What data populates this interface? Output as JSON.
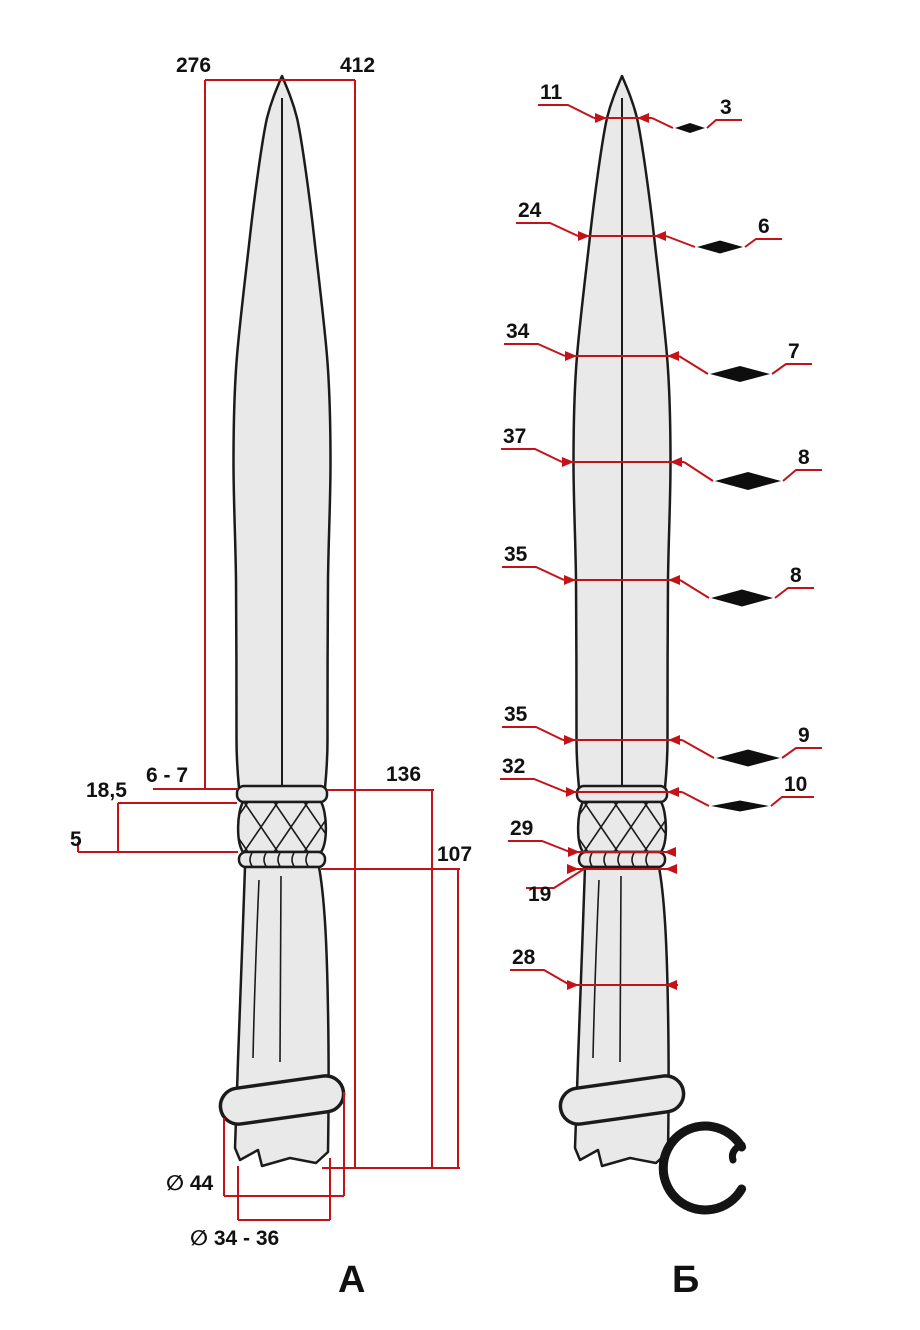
{
  "colors": {
    "dimension_red": "#c41318",
    "outline_black": "#1b1b1b",
    "metal_fill": "#e9e9e9",
    "section_fill": "#0e0e0e"
  },
  "view_a": {
    "label": "А",
    "dims": {
      "blade_length": "276",
      "total_length": "412",
      "neck_band_height": "6 - 7",
      "collar_height": "18,5",
      "lower_band_height": "5",
      "hilt_length": "136",
      "socket_length": "107",
      "ring_diameter": "∅ 44",
      "socket_diameter": "∅ 34 - 36"
    }
  },
  "view_b": {
    "label": "Б",
    "widths": [
      "11",
      "24",
      "34",
      "37",
      "35",
      "35",
      "32",
      "29",
      "19",
      "28"
    ],
    "sections": [
      "3",
      "6",
      "7",
      "8",
      "8",
      "9",
      "10"
    ]
  }
}
